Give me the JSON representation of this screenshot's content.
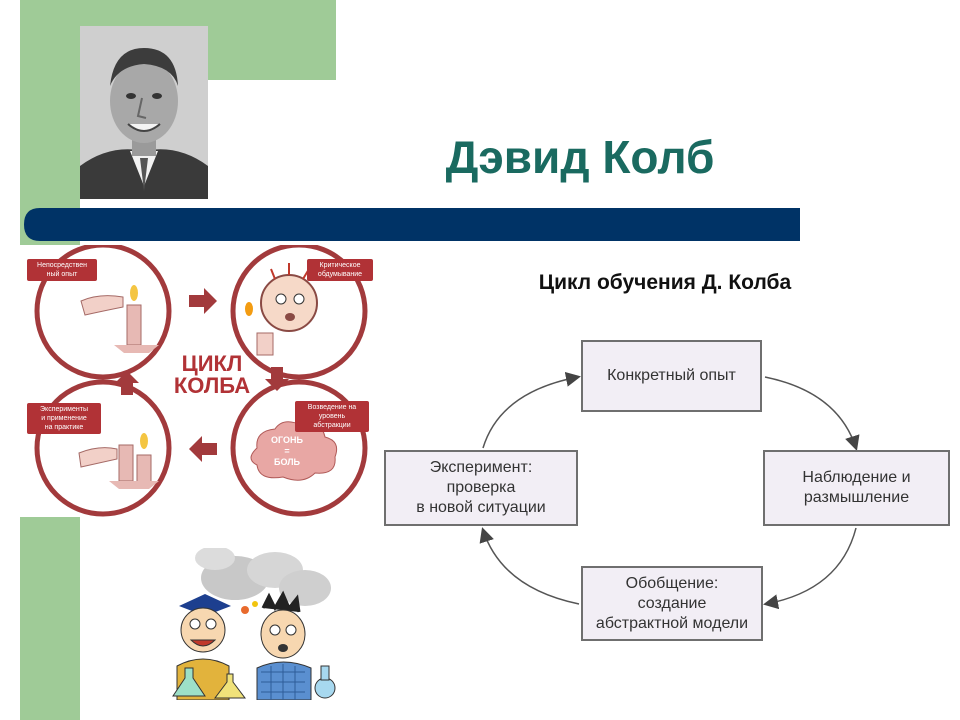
{
  "title": "Дэвид Колб",
  "subtitle": "Цикл обучения Д. Колба",
  "illustration": {
    "cycle_word": "ЦИКЛ\nКОЛБА",
    "stages": [
      "Непосредствен\nный опыт",
      "Критическое\nобдумывание",
      "Возведение на\nуровень\nабстракции",
      "Эксперименты\nи применение\nна практике"
    ],
    "cloud_text": "ОГОНЬ\n=\nБОЛЬ"
  },
  "cycle": {
    "concrete": "Конкретный опыт",
    "reflection": "Наблюдение и\nразмышление",
    "abstract": "Обобщение: создание\nабстрактной модели",
    "experiment": "Эксперимент: проверка\nв новой ситуации"
  },
  "colors": {
    "green": "#9fcb97",
    "title": "#1a6a60",
    "blue_bar": "#003366",
    "red": "#b13236",
    "box_fill": "#f2eef5"
  }
}
